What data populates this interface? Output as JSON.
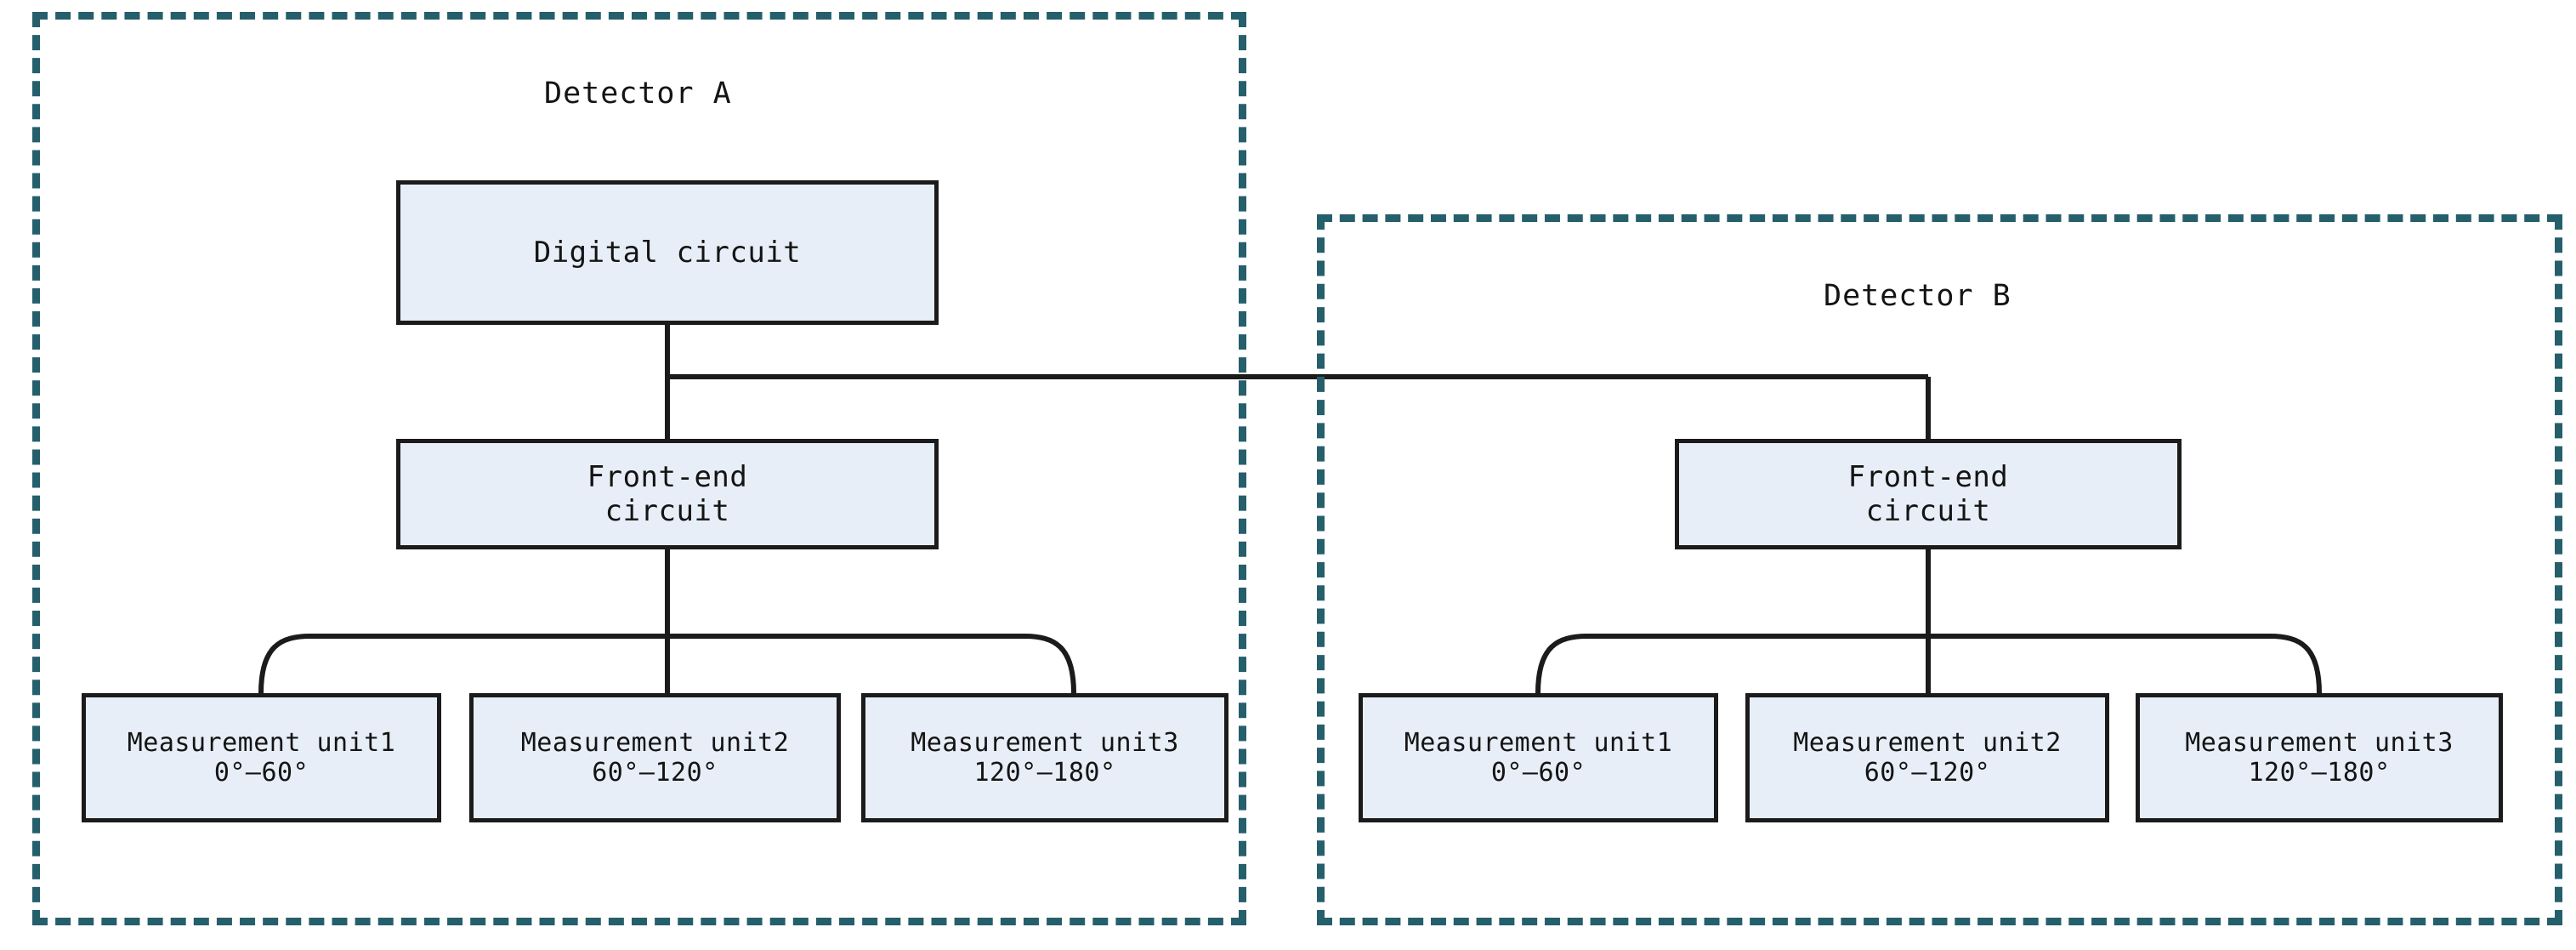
{
  "figure": {
    "kind": "block-diagram",
    "colors": {
      "dashed_border": "#255f6b",
      "box_fill": "#e7eef7",
      "box_border": "#1b1b1b",
      "connector": "#1b1b1b",
      "background": "#ffffff",
      "text": "#141414"
    }
  },
  "detectors": [
    {
      "id": "detector-a",
      "title": "Detector A",
      "digital_circuit": {
        "label": "Digital circuit"
      },
      "front_end_circuit": {
        "line1": "Front-end",
        "line2": "circuit"
      },
      "measurement_units": [
        {
          "name": "Measurement unit1",
          "range": "0°‒60°"
        },
        {
          "name": "Measurement unit2",
          "range": "60°‒120°"
        },
        {
          "name": "Measurement unit3",
          "range": "120°‒180°"
        }
      ]
    },
    {
      "id": "detector-b",
      "title": "Detector B",
      "front_end_circuit": {
        "line1": "Front-end",
        "line2": "circuit"
      },
      "measurement_units": [
        {
          "name": "Measurement unit1",
          "range": "0°‒60°"
        },
        {
          "name": "Measurement unit2",
          "range": "60°‒120°"
        },
        {
          "name": "Measurement unit3",
          "range": "120°‒180°"
        }
      ]
    }
  ]
}
